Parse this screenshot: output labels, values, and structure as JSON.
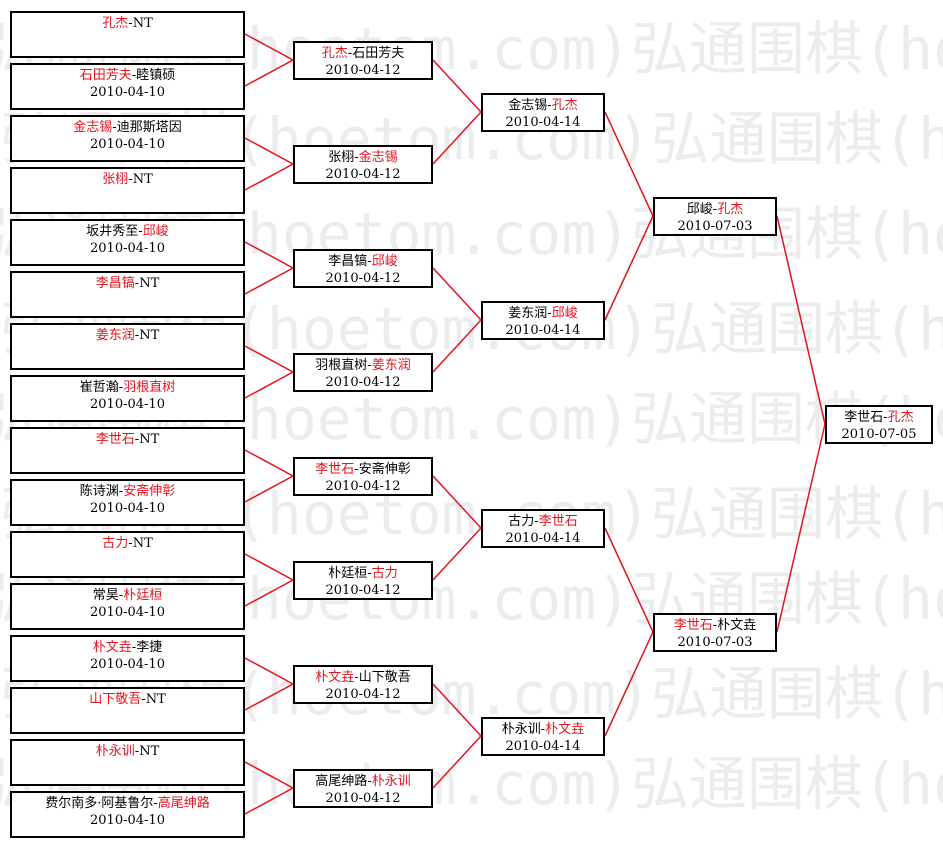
{
  "watermark": {
    "text": "弘通围棋(hoetom.com)弘通围棋(hoetom.com)"
  },
  "colors": {
    "winner": "#e0141e",
    "line": "#e0141e",
    "border": "#000000",
    "watermark": "#ececec"
  },
  "round1": [
    {
      "a": "孔杰",
      "b": "NT",
      "winner": "a",
      "date": ""
    },
    {
      "a": "石田芳夫",
      "b": "睦镇硕",
      "winner": "a",
      "date": "2010-04-10"
    },
    {
      "a": "金志锡",
      "b": "迪那斯塔因",
      "winner": "a",
      "date": "2010-04-10"
    },
    {
      "a": "张栩",
      "b": "NT",
      "winner": "a",
      "date": ""
    },
    {
      "a": "坂井秀至",
      "b": "邱峻",
      "winner": "b",
      "date": "2010-04-10"
    },
    {
      "a": "李昌镐",
      "b": "NT",
      "winner": "a",
      "date": ""
    },
    {
      "a": "姜东润",
      "b": "NT",
      "winner": "a",
      "date": ""
    },
    {
      "a": "崔哲瀚",
      "b": "羽根直树",
      "winner": "b",
      "date": "2010-04-10"
    },
    {
      "a": "李世石",
      "b": "NT",
      "winner": "a",
      "date": ""
    },
    {
      "a": "陈诗渊",
      "b": "安斋伸彰",
      "winner": "b",
      "date": "2010-04-10"
    },
    {
      "a": "古力",
      "b": "NT",
      "winner": "a",
      "date": ""
    },
    {
      "a": "常昊",
      "b": "朴廷桓",
      "winner": "b",
      "date": "2010-04-10"
    },
    {
      "a": "朴文垚",
      "b": "李捷",
      "winner": "a",
      "date": "2010-04-10"
    },
    {
      "a": "山下敬吾",
      "b": "NT",
      "winner": "a",
      "date": ""
    },
    {
      "a": "朴永训",
      "b": "NT",
      "winner": "a",
      "date": ""
    },
    {
      "a": "费尔南多·阿基鲁尔",
      "b": "高尾绅路",
      "winner": "b",
      "date": "2010-04-10"
    }
  ],
  "round2": [
    {
      "a": "孔杰",
      "b": "石田芳夫",
      "winner": "a",
      "date": "2010-04-12"
    },
    {
      "a": "张栩",
      "b": "金志锡",
      "winner": "b",
      "date": "2010-04-12"
    },
    {
      "a": "李昌镐",
      "b": "邱峻",
      "winner": "b",
      "date": "2010-04-12"
    },
    {
      "a": "羽根直树",
      "b": "姜东润",
      "winner": "b",
      "date": "2010-04-12"
    },
    {
      "a": "李世石",
      "b": "安斋伸彰",
      "winner": "a",
      "date": "2010-04-12"
    },
    {
      "a": "朴廷桓",
      "b": "古力",
      "winner": "b",
      "date": "2010-04-12"
    },
    {
      "a": "朴文垚",
      "b": "山下敬吾",
      "winner": "a",
      "date": "2010-04-12"
    },
    {
      "a": "高尾绅路",
      "b": "朴永训",
      "winner": "b",
      "date": "2010-04-12"
    }
  ],
  "round3": [
    {
      "a": "金志锡",
      "b": "孔杰",
      "winner": "b",
      "date": "2010-04-14"
    },
    {
      "a": "姜东润",
      "b": "邱峻",
      "winner": "b",
      "date": "2010-04-14"
    },
    {
      "a": "古力",
      "b": "李世石",
      "winner": "b",
      "date": "2010-04-14"
    },
    {
      "a": "朴永训",
      "b": "朴文垚",
      "winner": "b",
      "date": "2010-04-14"
    }
  ],
  "round4": [
    {
      "a": "邱峻",
      "b": "孔杰",
      "winner": "b",
      "date": "2010-07-03"
    },
    {
      "a": "李世石",
      "b": "朴文垚",
      "winner": "a",
      "date": "2010-07-03"
    }
  ],
  "round5": [
    {
      "a": "李世石",
      "b": "孔杰",
      "winner": "b",
      "date": "2010-07-05"
    }
  ]
}
